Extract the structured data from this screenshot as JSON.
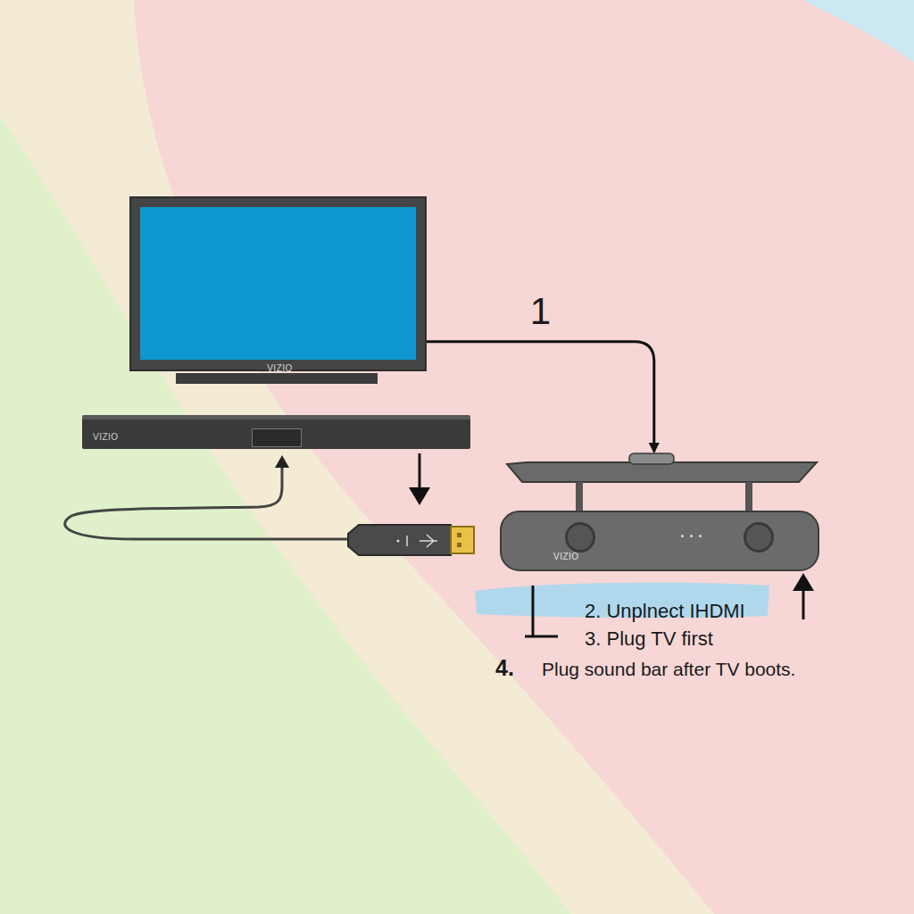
{
  "diagram": {
    "nodes": [
      {
        "text": [
          "VIZIO"
        ]
      },
      {
        "text": [
          "VIZIO"
        ]
      },
      {
        "text": [
          "VIZIO"
        ]
      }
    ],
    "edges": [
      {
        "from": 0,
        "to": 2,
        "label": "1",
        "arrow": "to"
      }
    ],
    "labels": [
      "2. Unplnect IHDMI",
      "3. Plug TV first",
      "4.",
      "Plug sound bar after TV boots."
    ]
  }
}
